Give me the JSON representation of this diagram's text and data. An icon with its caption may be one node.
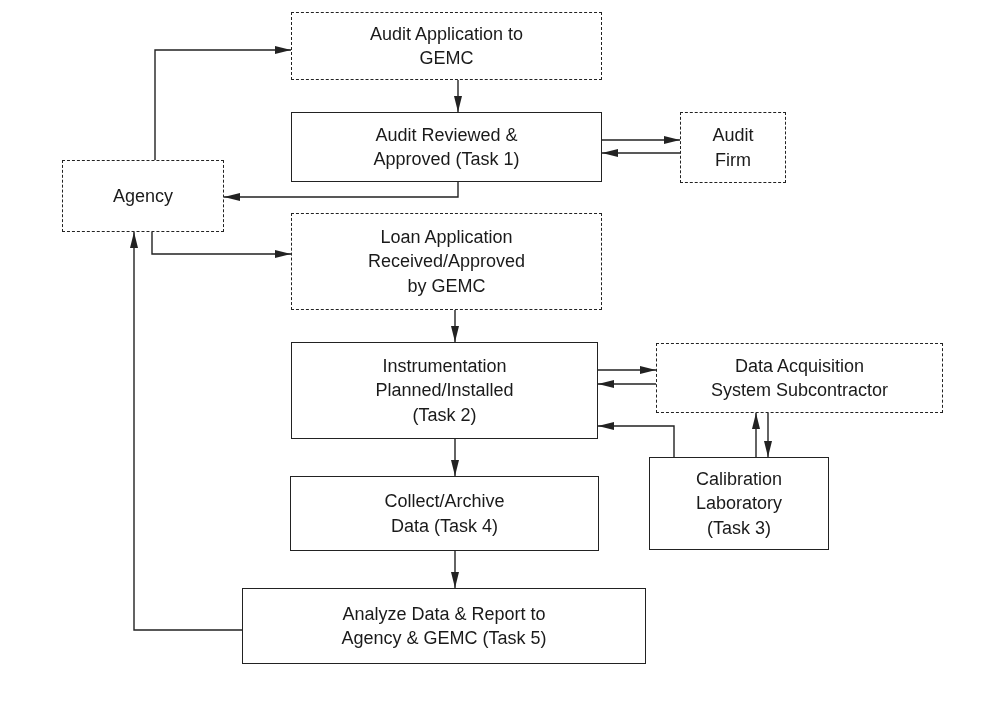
{
  "diagram": {
    "nodes": [
      {
        "text": [
          "Audit Application to GEMC"
        ]
      },
      {
        "text": [
          "Audit Reviewed & Approved (Task 1)"
        ]
      },
      {
        "text": [
          "Audit Firm"
        ]
      },
      {
        "text": [
          "Agency"
        ]
      },
      {
        "text": [
          "Loan Application Received/Approved by GEMC"
        ]
      },
      {
        "text": [
          "Instrumentation Planned/Installed (Task 2)"
        ]
      },
      {
        "text": [
          "Data Acquisition System Subcontractor"
        ]
      },
      {
        "text": [
          "Calibration Laboratory (Task 3)"
        ]
      },
      {
        "text": [
          "Collect/Archive Data (Task 4)"
        ]
      },
      {
        "text": [
          "Analyze Data & Report to Agency & GEMC (Task 5)"
        ]
      }
    ],
    "edges": [
      {
        "from": 3,
        "to": 0,
        "arrow": "to"
      },
      {
        "from": 0,
        "to": 1,
        "arrow": "to"
      },
      {
        "from": 1,
        "to": 2,
        "arrow": "to"
      },
      {
        "from": 2,
        "to": 1,
        "arrow": "to"
      },
      {
        "from": 1,
        "to": 3,
        "arrow": "to"
      },
      {
        "from": 3,
        "to": 4,
        "arrow": "to"
      },
      {
        "from": 4,
        "to": 5,
        "arrow": "to"
      },
      {
        "from": 5,
        "to": 6,
        "arrow": "to"
      },
      {
        "from": 6,
        "to": 5,
        "arrow": "to"
      },
      {
        "from": 7,
        "to": 5,
        "arrow": "to"
      },
      {
        "from": 7,
        "to": 6,
        "arrow": "to"
      },
      {
        "from": 6,
        "to": 7,
        "arrow": "to"
      },
      {
        "from": 5,
        "to": 8,
        "arrow": "to"
      },
      {
        "from": 8,
        "to": 9,
        "arrow": "to"
      },
      {
        "from": 9,
        "to": 3,
        "arrow": "to"
      }
    ]
  }
}
